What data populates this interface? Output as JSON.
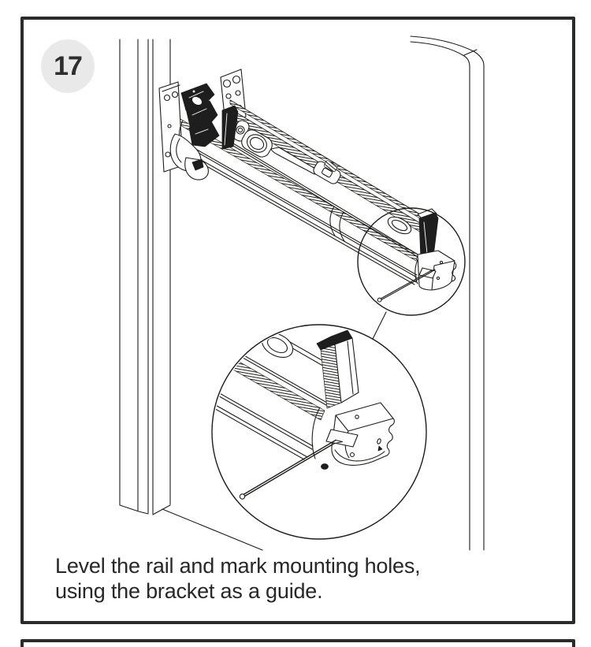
{
  "step": {
    "number": "17",
    "caption": {
      "line1": "Level the rail and mark mounting holes,",
      "line2": "using the bracket as a guide."
    }
  },
  "colors": {
    "line_art": "#1d1d1b",
    "badge_background": "#e9e9e9",
    "box_border": "#2b2b2b",
    "page_background": "#ffffff"
  }
}
